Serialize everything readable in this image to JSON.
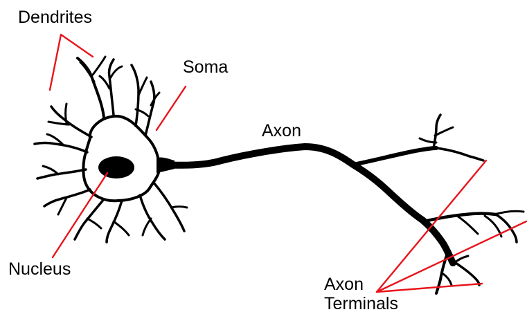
{
  "labels": {
    "dendrites": "Dendrites",
    "soma": "Soma",
    "axon": "Axon",
    "nucleus": "Nucleus",
    "axon_terminals_line1": "Axon",
    "axon_terminals_line2": "Terminals"
  },
  "colors": {
    "neuron": "#000000",
    "leader_lines": "#e8141b",
    "background": "#ffffff"
  }
}
